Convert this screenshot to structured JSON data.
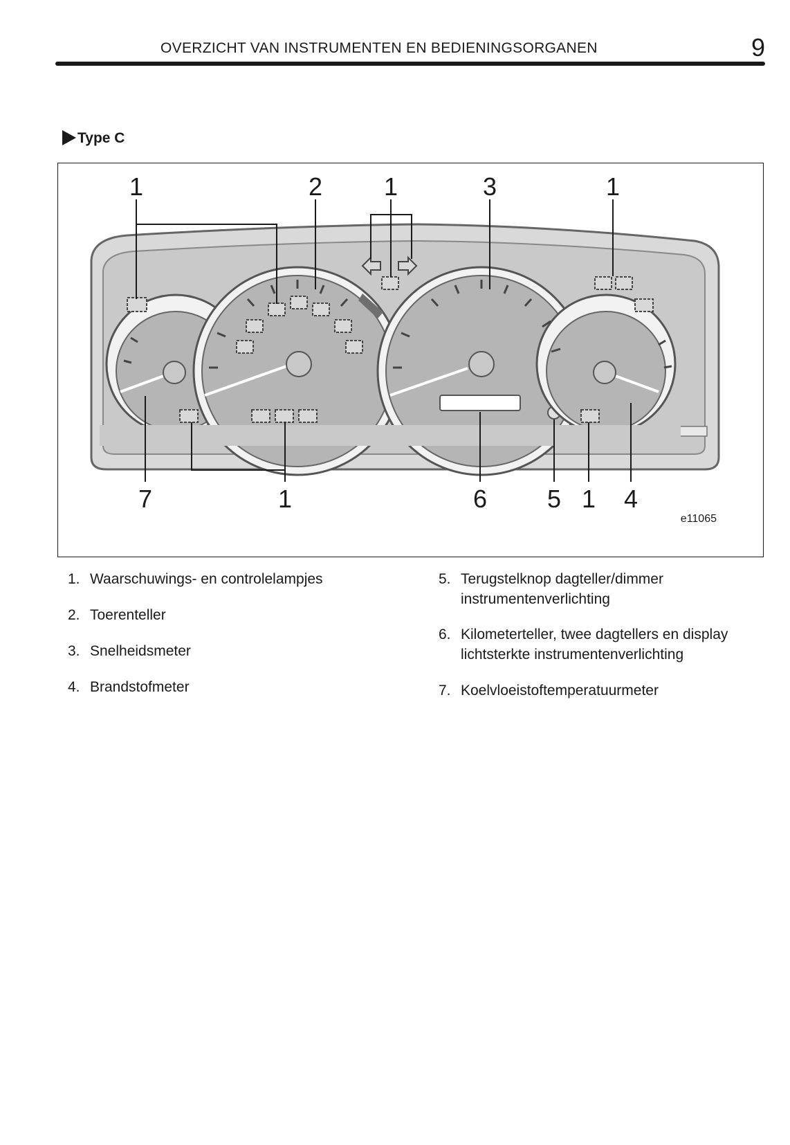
{
  "header": {
    "title": "OVERZICHT VAN INSTRUMENTEN EN BEDIENINGSORGANEN",
    "page_number": "9"
  },
  "section": {
    "label": "Type C"
  },
  "figure": {
    "callouts_top": [
      "1",
      "2",
      "1",
      "3",
      "1"
    ],
    "callouts_bottom": [
      "7",
      "1",
      "6",
      "5",
      "1",
      "4"
    ],
    "code": "e11065",
    "icons": [
      "turn-left-arrow-icon",
      "turn-right-arrow-icon",
      "warning-lamp-icon",
      "reset-knob-icon"
    ]
  },
  "legend": {
    "left": [
      {
        "num": "1.",
        "text": "Waarschuwings- en controlelampjes"
      },
      {
        "num": "2.",
        "text": "Toerenteller"
      },
      {
        "num": "3.",
        "text": "Snelheidsmeter"
      },
      {
        "num": "4.",
        "text": "Brandstofmeter"
      }
    ],
    "right": [
      {
        "num": "5.",
        "text": "Terugstelknop dagteller/dimmer instrumentenverlichting"
      },
      {
        "num": "6.",
        "text": "Kilometerteller, twee dagtellers en display lichtsterkte instrumentenverlichting"
      },
      {
        "num": "7.",
        "text": "Koelvloeistoftemperatuurmeter"
      }
    ]
  }
}
